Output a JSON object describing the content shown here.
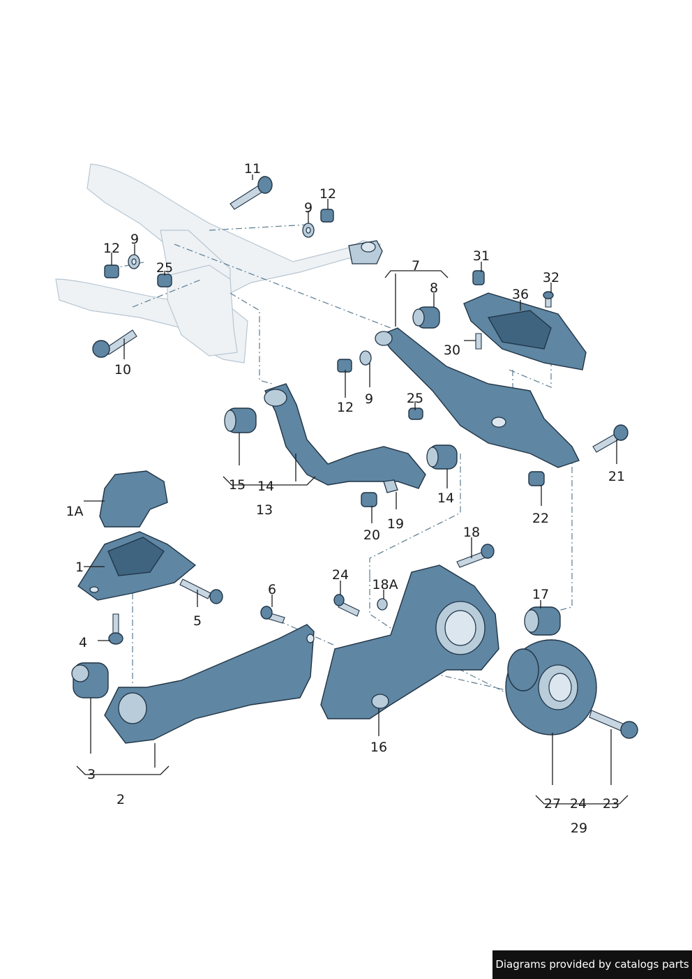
{
  "callouts": {
    "c11": "11",
    "c12a": "12",
    "c9a": "9",
    "c12b": "12",
    "c9b": "9",
    "c25a": "25",
    "c10": "10",
    "c7": "7",
    "c8": "8",
    "c31": "31",
    "c32": "32",
    "c36": "36",
    "c30": "30",
    "c12c": "12",
    "c9c": "9",
    "c25b": "25",
    "c21": "21",
    "c15": "15",
    "c14a": "14",
    "c13": "13",
    "c14b": "14",
    "c19": "19",
    "c20": "20",
    "c22": "22",
    "c1A": "1A",
    "c1": "1",
    "c5": "5",
    "c4": "4",
    "c6": "6",
    "c24a": "24",
    "c18A": "18A",
    "c18": "18",
    "c17": "17",
    "c16": "16",
    "c3": "3",
    "c2": "2",
    "c27": "27",
    "c24b": "24",
    "c23": "23",
    "c29": "29"
  },
  "credit": "Diagrams provided by catalogs parts",
  "colors": {
    "part_fill": "#5f86a2",
    "part_outline": "#1f3345",
    "ghost_fill": "#eef2f5",
    "label": "#1a1a1a"
  }
}
